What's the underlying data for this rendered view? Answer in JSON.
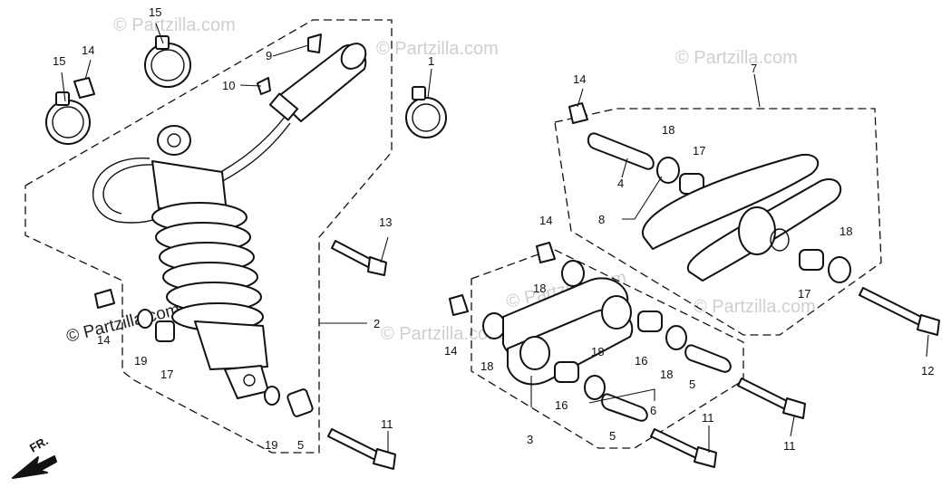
{
  "watermarks": [
    "© Partzilla.com",
    "© Partzilla.com",
    "© Partzilla.com",
    "© Partzilla.com",
    "© Partzilla.com",
    "© Partzilla.com",
    "© Partzilla.com"
  ],
  "front_indicator": "FR.",
  "callouts": {
    "c1": "1",
    "c2": "2",
    "c3": "3",
    "c4": "4",
    "c5a": "5",
    "c5b": "5",
    "c5c": "5",
    "c6": "6",
    "c7": "7",
    "c8": "8",
    "c9": "9",
    "c10": "10",
    "c11a": "11",
    "c11b": "11",
    "c11c": "11",
    "c12": "12",
    "c13": "13",
    "c14a": "14",
    "c14b": "14",
    "c14c": "14",
    "c14d": "14",
    "c14e": "14",
    "c15a": "15",
    "c15b": "15",
    "c16a": "16",
    "c16b": "16",
    "c17a": "17",
    "c17b": "17",
    "c17c": "17",
    "c18a": "18",
    "c18b": "18",
    "c18c": "18",
    "c18d": "18",
    "c18e": "18",
    "c18f": "18",
    "c19a": "19",
    "c19b": "19"
  }
}
